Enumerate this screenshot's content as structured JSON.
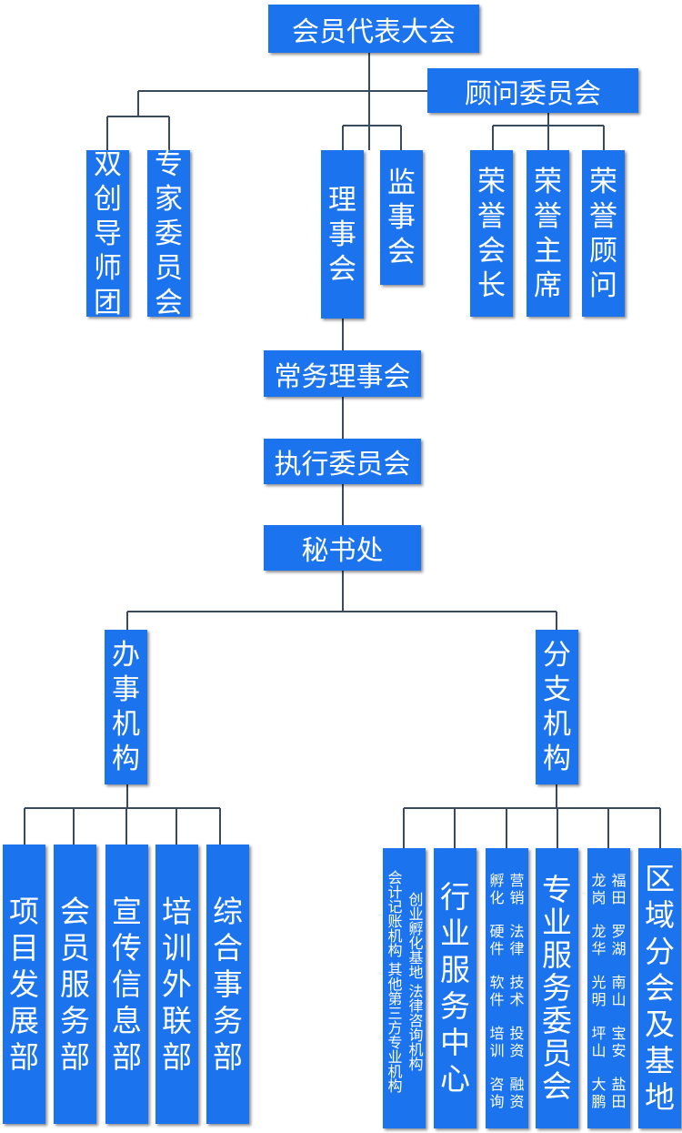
{
  "diagram": {
    "assembly": "会员代表大会",
    "advisory": "顾问委员会",
    "mentor_group": "双创导师团",
    "expert_committee": "专家委员会",
    "board": "理事会",
    "supervisory": "监事会",
    "honorary_president": "荣誉会长",
    "honorary_chairman": "荣誉主席",
    "honorary_advisor": "荣誉顾问",
    "standing_board": "常务理事会",
    "executive_committee": "执行委员会",
    "secretariat": "秘书处",
    "office": "办事机构",
    "branch": "分支机构",
    "departments": [
      "项目发展部",
      "会员服务部",
      "宣传信息部",
      "培训外联部",
      "综合事务部"
    ],
    "third_party": {
      "col1": "创业孵化基地 法律咨询机构",
      "col2": "会计记账机构 其他第三方专业机构"
    },
    "industry_center": "行业服务中心",
    "service_items": [
      [
        "营销",
        "孵化"
      ],
      [
        "法律",
        "硬件"
      ],
      [
        "技术",
        "软件"
      ],
      [
        "投资",
        "培训"
      ],
      [
        "融资",
        "咨询"
      ]
    ],
    "professional_committee": "专业服务委员会",
    "districts": [
      [
        "福田",
        "龙岗"
      ],
      [
        "罗湖",
        "龙华"
      ],
      [
        "南山",
        "光明"
      ],
      [
        "宝安",
        "坪山"
      ],
      [
        "盐田",
        "大鹏"
      ]
    ],
    "regional": "区域分会及基地"
  }
}
